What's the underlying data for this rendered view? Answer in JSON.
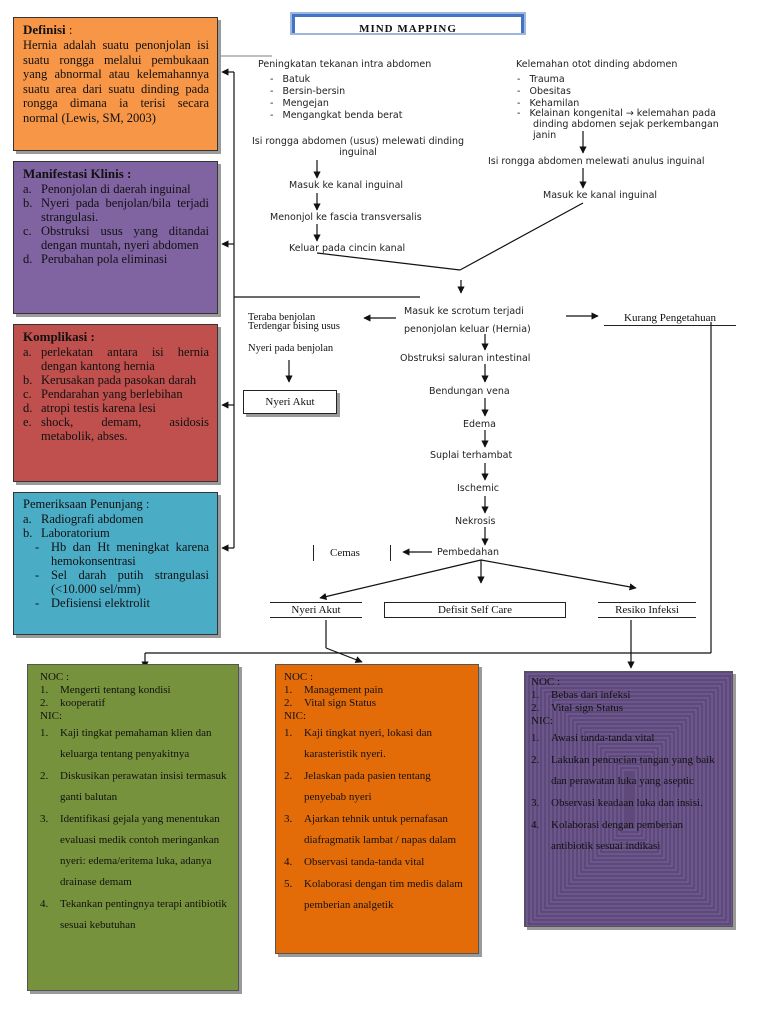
{
  "title": "MIND MAPPING",
  "definisi": {
    "heading": "Definisi",
    "body": "Hernia adalah suatu penonjolan isi suatu rongga melalui pembukaan yang abnormal atau kelemahannya suatu area dari suatu dinding pada rongga dimana ia terisi secara normal (Lewis, SM, 2003)"
  },
  "manifestasi": {
    "heading": "Manifestasi Klinis :",
    "items": [
      {
        "mark": "a.",
        "text": "Penonjolan di daerah inguinal"
      },
      {
        "mark": "b.",
        "text": "Nyeri pada benjolan/bila terjadi strangulasi."
      },
      {
        "mark": "c.",
        "text": "Obstruksi usus yang ditandai dengan muntah, nyeri abdomen"
      },
      {
        "mark": "d.",
        "text": "Perubahan pola eliminasi"
      }
    ]
  },
  "komplikasi": {
    "heading": "Komplikasi :",
    "items": [
      {
        "mark": "a.",
        "text": "perlekatan antara isi hernia dengan kantong hernia"
      },
      {
        "mark": "b.",
        "text": "Kerusakan pada pasokan darah"
      },
      {
        "mark": "c.",
        "text": "Pendarahan yang berlebihan"
      },
      {
        "mark": "d.",
        "text": "atropi testis karena lesi"
      },
      {
        "mark": "e.",
        "text": "shock, demam, asidosis metabolik, abses."
      }
    ]
  },
  "pemeriksaan": {
    "heading": "Pemeriksaan Penunjang :",
    "items": [
      {
        "mark": "a.",
        "text": "Radiografi abdomen"
      },
      {
        "mark": "b.",
        "text": "Laboratorium"
      }
    ],
    "sub": [
      {
        "mark": "-",
        "text": "Hb dan Ht meningkat karena hemokonsentrasi"
      },
      {
        "mark": "-",
        "text": "Sel darah putih strangulasi (<10.000 sel/mm)"
      },
      {
        "mark": "-",
        "text": "Defisiensi elektrolit"
      }
    ]
  },
  "left_branch": {
    "heading": "Peningkatan tekanan intra abdomen",
    "causes": [
      "Batuk",
      "Bersin-bersin",
      "Mengejan",
      "Mengangkat benda berat"
    ],
    "step1": "Isi rongga abdomen (usus) melewati dinding inguinal",
    "step2": "Masuk ke kanal inguinal",
    "step3": "Menonjol ke fascia transversalis",
    "step4": "Keluar pada cincin kanal"
  },
  "right_branch": {
    "heading": "Kelemahan otot dinding abdomen",
    "causes": [
      "Trauma",
      "Obesitas",
      "Kehamilan",
      "Kelainan kongenital → kelemahan pada dinding abdomen sejak perkembangan janin"
    ],
    "step1": "Isi rongga abdomen melewati anulus inguinal",
    "step2": "Masuk ke kanal inguinal"
  },
  "center": {
    "scrotum": "Masuk ke scrotum terjadi",
    "penonjolan": "penonjolan keluar (Hernia)",
    "obstruksi": "Obstruksi saluran intestinal",
    "bendungan": "Bendungan vena",
    "edema": "Edema",
    "suplai": "Suplai terhambat",
    "ischemic": "Ischemic",
    "nekrosis": "Nekrosis",
    "pembedahan": "Pembedahan",
    "cemas": "Cemas"
  },
  "left_symptoms": [
    "Teraba benjolan",
    "Terdengar bising usus",
    "Nyeri pada benjolan"
  ],
  "diagnoses": {
    "nyeri_akut_top": "Nyeri Akut",
    "kurang": "Kurang Pengetahuan",
    "nyeri_akut": "Nyeri Akut",
    "defisit": "Defisit Self Care",
    "resiko": "Resiko Infeksi"
  },
  "noc1": {
    "noc_label": "NOC :",
    "noc": [
      {
        "mark": "1.",
        "text": "Mengerti tentang kondisi"
      },
      {
        "mark": "2.",
        "text": "kooperatif"
      }
    ],
    "nic_label": "NIC:",
    "nic": [
      {
        "mark": "1.",
        "text": "Kaji tingkat pemahaman klien dan keluarga tentang penyakitnya"
      },
      {
        "mark": "2.",
        "text": "Diskusikan perawatan insisi termasuk ganti balutan"
      },
      {
        "mark": "3.",
        "text": "Identifikasi gejala yang menentukan evaluasi medik contoh meringankan nyeri: edema/eritema luka, adanya drainase demam"
      },
      {
        "mark": "4.",
        "text": "Tekankan pentingnya terapi antibiotik sesuai kebutuhan"
      }
    ]
  },
  "noc2": {
    "noc_label": "NOC :",
    "noc": [
      {
        "mark": "1.",
        "text": "Management pain"
      },
      {
        "mark": "2.",
        "text": "Vital sign Status"
      }
    ],
    "nic_label": "NIC:",
    "nic": [
      {
        "mark": "1.",
        "text": "Kaji tingkat nyeri, lokasi dan karasteristik nyeri."
      },
      {
        "mark": "2.",
        "text": "Jelaskan pada pasien tentang penyebab nyeri"
      },
      {
        "mark": "3.",
        "text": "Ajarkan tehnik untuk pernafasan diafragmatik lambat / napas dalam"
      },
      {
        "mark": "4.",
        "text": "Observasi tanda-tanda vital"
      },
      {
        "mark": "5.",
        "text": "Kolaborasi dengan tim medis dalam pemberian analgetik"
      }
    ]
  },
  "noc3": {
    "noc_label": "NOC :",
    "noc": [
      {
        "mark": "1.",
        "text": "Bebas dari infeksi"
      },
      {
        "mark": "2.",
        "text": "Vital sign Status"
      }
    ],
    "nic_label": "NIC:",
    "nic": [
      {
        "mark": "1.",
        "text": "Awasi tanda-tanda vital"
      },
      {
        "mark": "2.",
        "text": "Lakukan pencucian tangan yang baik dan perawatan luka yang aseptic"
      },
      {
        "mark": "3.",
        "text": "Observasi keadaan luka dan insisi."
      },
      {
        "mark": "4.",
        "text": "Kolaborasi dengan pemberian antibiotik sesuai indikasi"
      }
    ]
  }
}
